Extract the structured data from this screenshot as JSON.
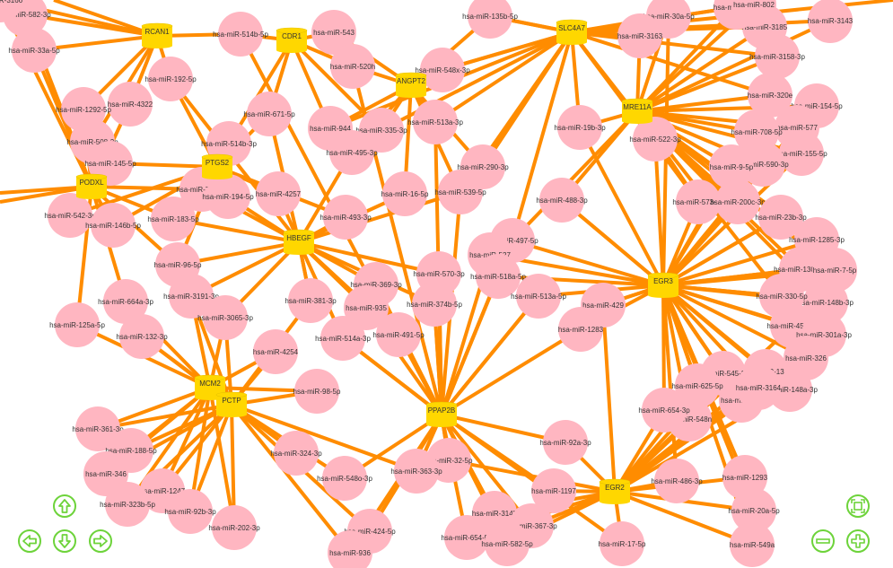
{
  "colors": {
    "edge": "#ff8c00",
    "mirna": "#ffb6c1",
    "gene": "#ffd700",
    "control": "#6dd33a"
  },
  "genes": [
    "RCAN1",
    "CDR1",
    "SLC4A7",
    "ANGPT2",
    "MRE11A",
    "PTGS2",
    "PODXL",
    "HBEGF",
    "EGR3",
    "MCM2",
    "PCTP",
    "PPAP2B",
    "EGR2"
  ],
  "mirnas": [
    "hsa-miR-582-3p",
    "hsa-miR-33a-5p",
    "hsa-miR-514b-5p",
    "hsa-miR-543",
    "hsa-miR-135b-5p",
    "hsa-miR-30a-5p",
    "hsa-miR-3163",
    "hsa-miR-3143",
    "hsa-miR-3185",
    "hsa-miR-4322",
    "hsa-miR-192-5p",
    "hsa-miR-520h",
    "hsa-miR-548x-3p",
    "hsa-miR-3158-3p",
    "hsa-miR-1292-5p",
    "hsa-miR-671-5p",
    "hsa-miR-944",
    "hsa-miR-335-3p",
    "hsa-miR-513a-3p",
    "hsa-miR-19b-3p",
    "hsa-miR-522-3p",
    "hsa-miR-320e",
    "hsa-miR-154-5p",
    "hsa-miR-577",
    "hsa-miR-708-5p",
    "hsa-miR-155-5p",
    "hsa-miR-508-3p",
    "hsa-miR-145-5p",
    "hsa-miR-514b-3p",
    "hsa-miR-495-3p",
    "hsa-miR-290-3p",
    "hsa-miR-590-3p",
    "hsa-miR-9-5p",
    "hsa-miR-758-3p",
    "hsa-miR-194-5p",
    "hsa-miR-4257",
    "hsa-miR-16-5p",
    "hsa-miR-539-5p",
    "hsa-miR-488-3p",
    "hsa-miR-573-5p",
    "hsa-miR-200c-3p",
    "hsa-miR-542-3p",
    "hsa-miR-146b-5p",
    "hsa-miR-183-5p",
    "hsa-miR-493-3p",
    "hsa-miR-23b-3p",
    "hsa-miR-1285-3p",
    "hsa-miR-497-5p",
    "hsa-miR-527",
    "hsa-miR-96-5p",
    "hsa-miR-570-3p",
    "hsa-miR-518a-5p",
    "hsa-miR-130a-3p",
    "hsa-miR-7-5p",
    "hsa-miR-664a-3p",
    "hsa-miR-3191-3p",
    "hsa-miR-369-3p",
    "hsa-miR-381-3p",
    "hsa-miR-935",
    "hsa-miR-374b-5p",
    "hsa-miR-513a-5p",
    "hsa-miR-429",
    "hsa-miR-148b-3p",
    "hsa-miR-330-5p",
    "hsa-miR-125a-5p",
    "hsa-miR-3065-3p",
    "hsa-miR-1283",
    "hsa-miR-454-3p",
    "hsa-miR-301a-3p",
    "hsa-miR-132-3p",
    "hsa-miR-514a-3p",
    "hsa-miR-491-5p",
    "hsa-miR-4254",
    "hsa-miR-326",
    "hsa-miR-545-3p",
    "hsa-miR-625-5p",
    "hsa-miR-148a-3p",
    "hsa-miR-98-5p",
    "hsa-miR-129",
    "hsa-miR-548n",
    "hsa-miR-361-3p",
    "hsa-miR-188-5p",
    "hsa-miR-92a-3p",
    "hsa-miR-324-3p",
    "hsa-miR-32-5p",
    "hsa-miR-346",
    "hsa-miR-548o-3p",
    "hsa-miR-363-3p",
    "hsa-miR-1197",
    "hsa-miR-486-3p",
    "hsa-miR-1293",
    "hsa-miR-1247",
    "hsa-miR-323b-5p",
    "hsa-miR-92b-3p",
    "hsa-miR-202-3p",
    "hsa-miR-20a-5p",
    "hsa-miR-3145",
    "hsa-miR-367-3p",
    "hsa-miR-424-5p",
    "hsa-miR-654-5p",
    "hsa-miR-582-5p",
    "hsa-miR-17-5p",
    "hsa-miR-549a",
    "hsa-miR-936",
    "hsa-miR-3148",
    "hsa-miR-802",
    "hsa-miR-654-3p",
    "hsa-miR-13",
    "hsa-miR-3164",
    "hsa-miR-3166"
  ],
  "controls": {
    "pan_up": "arrow-up-icon",
    "pan_left": "arrow-left-icon",
    "pan_down": "arrow-down-icon",
    "pan_right": "arrow-right-icon",
    "fit": "fit-screen-icon",
    "zoom_out": "minus-icon",
    "zoom_in": "plus-icon"
  }
}
